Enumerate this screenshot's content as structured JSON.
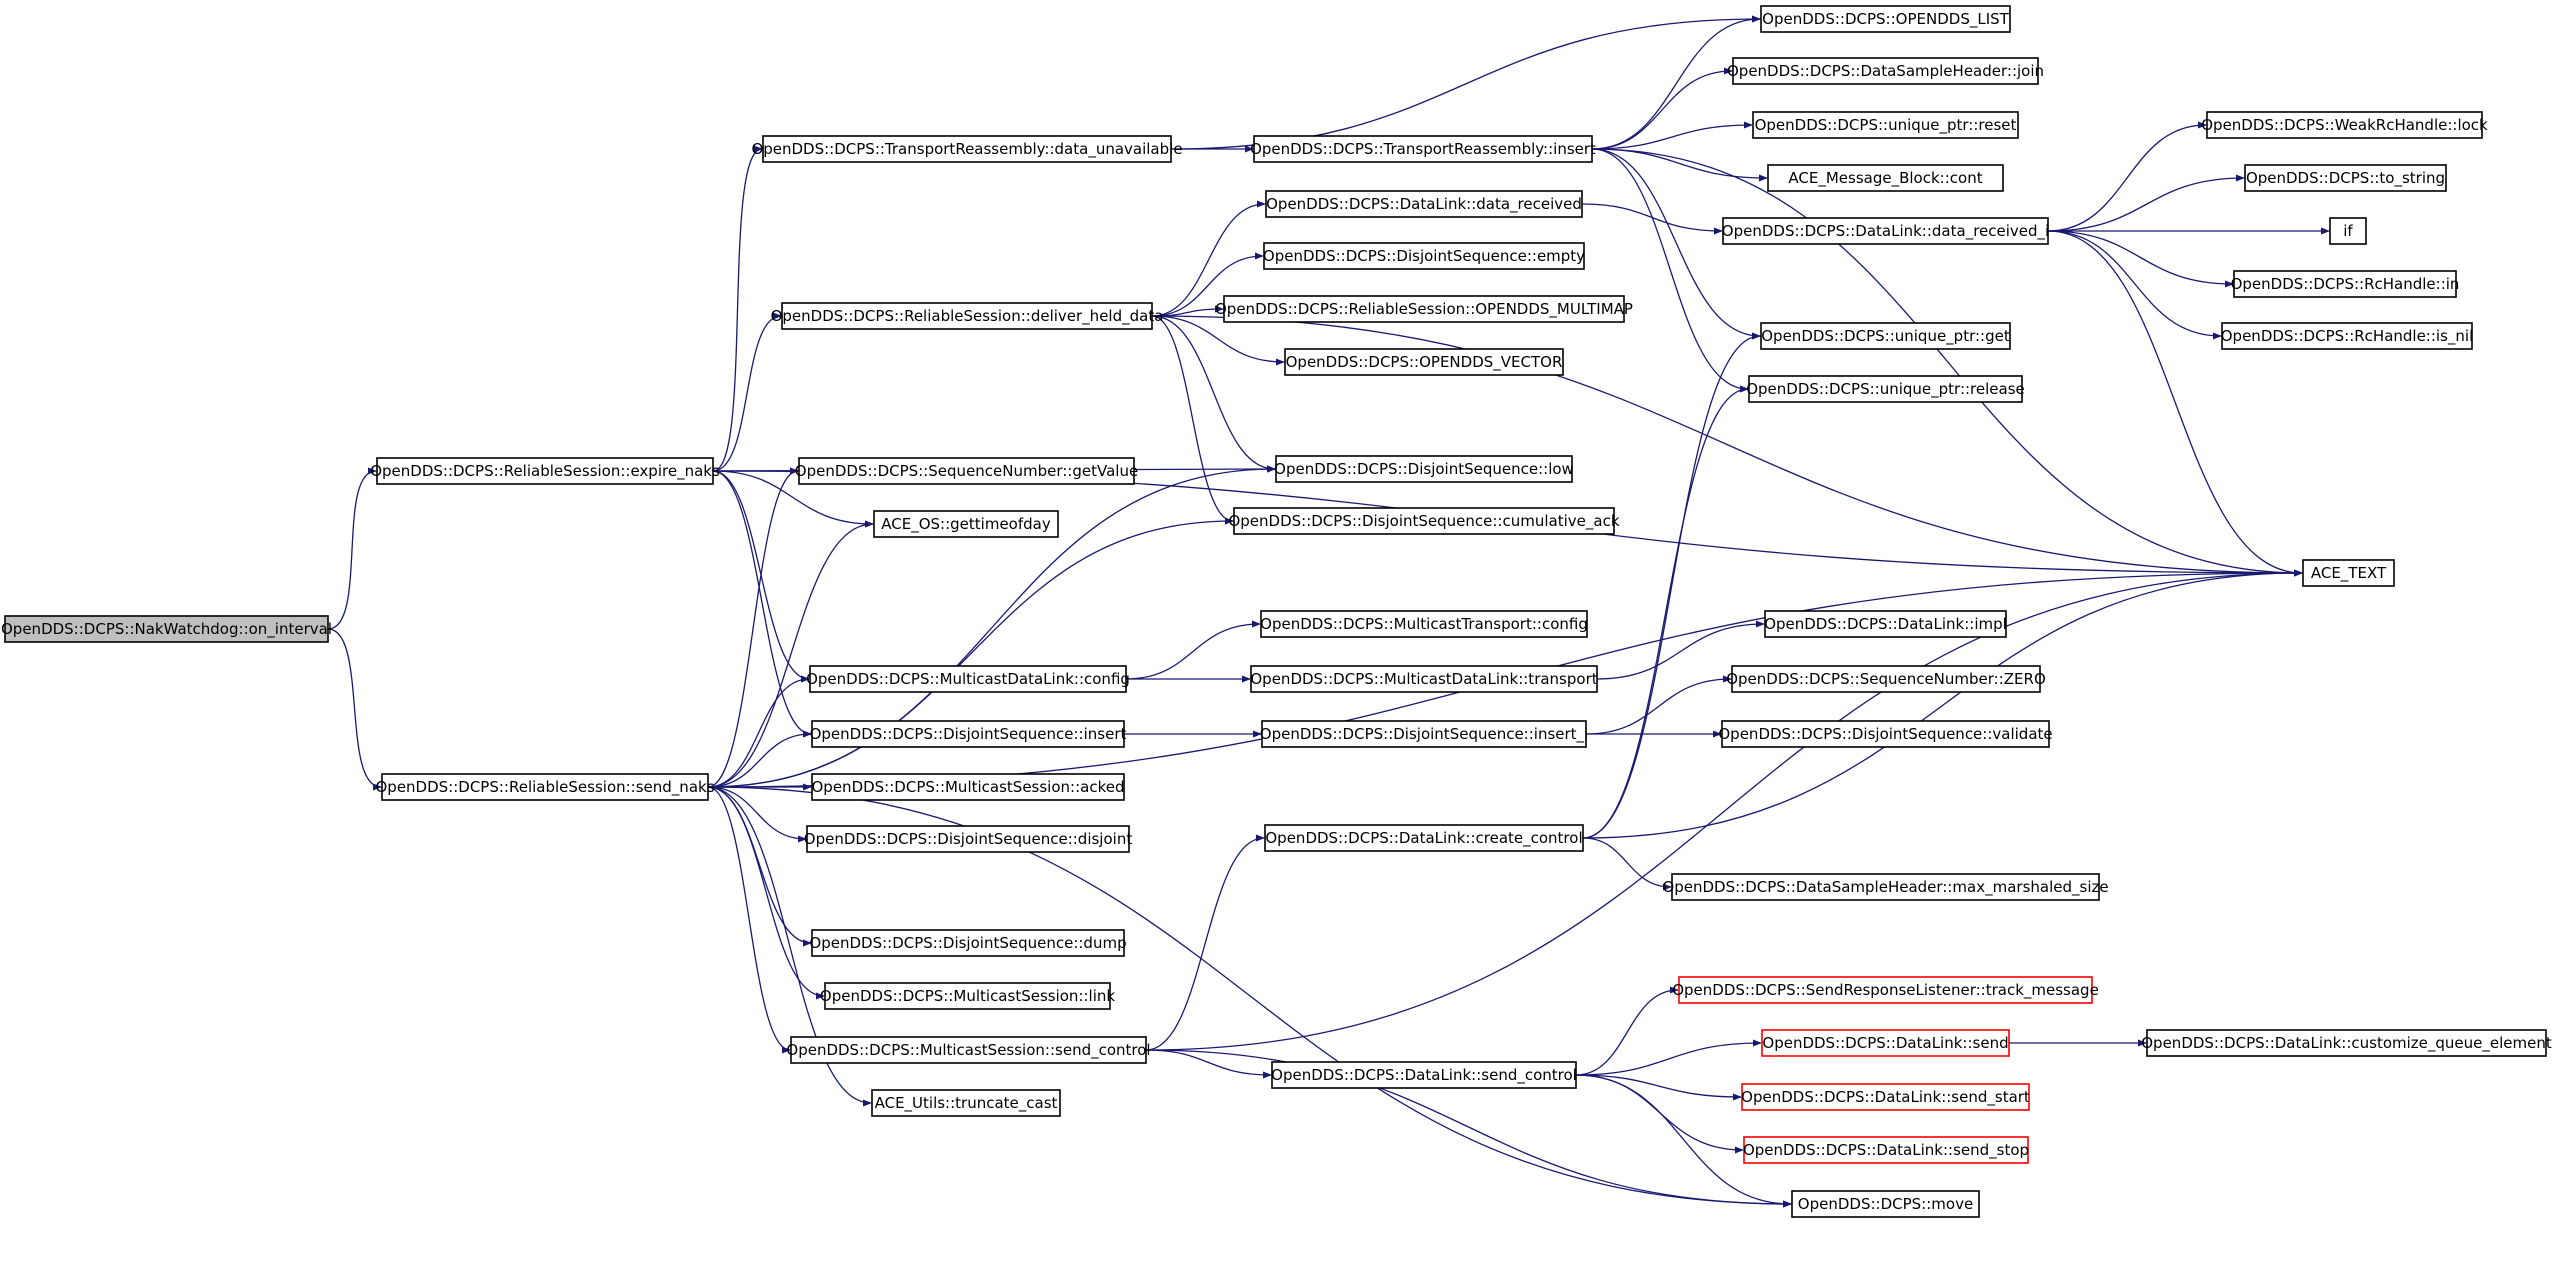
{
  "diagram": {
    "nodes": [
      {
        "id": "n_on_interval",
        "label": "OpenDDS::DCPS::NakWatchdog::on_interval",
        "style": "root"
      },
      {
        "id": "n_expire_naks",
        "label": "OpenDDS::DCPS::ReliableSession::expire_naks"
      },
      {
        "id": "n_send_naks",
        "label": "OpenDDS::DCPS::ReliableSession::send_naks"
      },
      {
        "id": "n_data_unavailable",
        "label": "OpenDDS::DCPS::TransportReassembly::data_unavailable"
      },
      {
        "id": "n_deliver_held_data",
        "label": "OpenDDS::DCPS::ReliableSession::deliver_held_data"
      },
      {
        "id": "n_getValue",
        "label": "OpenDDS::DCPS::SequenceNumber::getValue"
      },
      {
        "id": "n_gettimeofday",
        "label": "ACE_OS::gettimeofday"
      },
      {
        "id": "n_mdl_config",
        "label": "OpenDDS::DCPS::MulticastDataLink::config"
      },
      {
        "id": "n_ds_insert",
        "label": "OpenDDS::DCPS::DisjointSequence::insert"
      },
      {
        "id": "n_acked",
        "label": "OpenDDS::DCPS::MulticastSession::acked"
      },
      {
        "id": "n_disjoint",
        "label": "OpenDDS::DCPS::DisjointSequence::disjoint"
      },
      {
        "id": "n_dump",
        "label": "OpenDDS::DCPS::DisjointSequence::dump"
      },
      {
        "id": "n_link",
        "label": "OpenDDS::DCPS::MulticastSession::link"
      },
      {
        "id": "n_ms_send_control",
        "label": "OpenDDS::DCPS::MulticastSession::send_control"
      },
      {
        "id": "n_truncate_cast",
        "label": "ACE_Utils::truncate_cast"
      },
      {
        "id": "n_tr_insert",
        "label": "OpenDDS::DCPS::TransportReassembly::insert"
      },
      {
        "id": "n_data_received",
        "label": "OpenDDS::DCPS::DataLink::data_received"
      },
      {
        "id": "n_ds_empty",
        "label": "OpenDDS::DCPS::DisjointSequence::empty"
      },
      {
        "id": "n_rs_multimap",
        "label": "OpenDDS::DCPS::ReliableSession::OPENDDS_MULTIMAP"
      },
      {
        "id": "n_vector",
        "label": "OpenDDS::DCPS::OPENDDS_VECTOR"
      },
      {
        "id": "n_ds_low",
        "label": "OpenDDS::DCPS::DisjointSequence::low"
      },
      {
        "id": "n_cumulative_ack",
        "label": "OpenDDS::DCPS::DisjointSequence::cumulative_ack"
      },
      {
        "id": "n_mt_config",
        "label": "OpenDDS::DCPS::MulticastTransport::config"
      },
      {
        "id": "n_mdl_transport",
        "label": "OpenDDS::DCPS::MulticastDataLink::transport"
      },
      {
        "id": "n_insert_i",
        "label": "OpenDDS::DCPS::DisjointSequence::insert_i"
      },
      {
        "id": "n_create_control",
        "label": "OpenDDS::DCPS::DataLink::create_control"
      },
      {
        "id": "n_dl_send_control",
        "label": "OpenDDS::DCPS::DataLink::send_control"
      },
      {
        "id": "n_opendds_list",
        "label": "OpenDDS::DCPS::OPENDDS_LIST"
      },
      {
        "id": "n_join",
        "label": "OpenDDS::DCPS::DataSampleHeader::join"
      },
      {
        "id": "n_up_reset",
        "label": "OpenDDS::DCPS::unique_ptr::reset"
      },
      {
        "id": "n_cont",
        "label": "ACE_Message_Block::cont"
      },
      {
        "id": "n_data_received_i",
        "label": "OpenDDS::DCPS::DataLink::data_received_i"
      },
      {
        "id": "n_up_get",
        "label": "OpenDDS::DCPS::unique_ptr::get"
      },
      {
        "id": "n_up_release",
        "label": "OpenDDS::DCPS::unique_ptr::release"
      },
      {
        "id": "n_dl_impl",
        "label": "OpenDDS::DCPS::DataLink::impl"
      },
      {
        "id": "n_zero",
        "label": "OpenDDS::DCPS::SequenceNumber::ZERO"
      },
      {
        "id": "n_validate",
        "label": "OpenDDS::DCPS::DisjointSequence::validate"
      },
      {
        "id": "n_max_marshaled",
        "label": "OpenDDS::DCPS::DataSampleHeader::max_marshaled_size"
      },
      {
        "id": "n_track_message",
        "label": "OpenDDS::DCPS::SendResponseListener::track_message",
        "style": "truncated"
      },
      {
        "id": "n_dl_send",
        "label": "OpenDDS::DCPS::DataLink::send",
        "style": "truncated"
      },
      {
        "id": "n_send_start",
        "label": "OpenDDS::DCPS::DataLink::send_start",
        "style": "truncated"
      },
      {
        "id": "n_send_stop",
        "label": "OpenDDS::DCPS::DataLink::send_stop",
        "style": "truncated"
      },
      {
        "id": "n_move",
        "label": "OpenDDS::DCPS::move"
      },
      {
        "id": "n_weak_lock",
        "label": "OpenDDS::DCPS::WeakRcHandle::lock"
      },
      {
        "id": "n_to_string",
        "label": "OpenDDS::DCPS::to_string"
      },
      {
        "id": "n_if",
        "label": "if"
      },
      {
        "id": "n_rc_in",
        "label": "OpenDDS::DCPS::RcHandle::in"
      },
      {
        "id": "n_rc_is_nil",
        "label": "OpenDDS::DCPS::RcHandle::is_nil"
      },
      {
        "id": "n_ace_text",
        "label": "ACE_TEXT"
      },
      {
        "id": "n_customize",
        "label": "OpenDDS::DCPS::DataLink::customize_queue_element"
      }
    ],
    "edges": [
      [
        "n_on_interval",
        "n_expire_naks"
      ],
      [
        "n_on_interval",
        "n_send_naks"
      ],
      [
        "n_expire_naks",
        "n_data_unavailable"
      ],
      [
        "n_expire_naks",
        "n_deliver_held_data"
      ],
      [
        "n_expire_naks",
        "n_getValue"
      ],
      [
        "n_expire_naks",
        "n_gettimeofday"
      ],
      [
        "n_expire_naks",
        "n_mdl_config"
      ],
      [
        "n_expire_naks",
        "n_ds_insert"
      ],
      [
        "n_expire_naks",
        "n_ds_low"
      ],
      [
        "n_expire_naks",
        "n_ace_text"
      ],
      [
        "n_data_unavailable",
        "n_tr_insert"
      ],
      [
        "n_data_unavailable",
        "n_opendds_list"
      ],
      [
        "n_deliver_held_data",
        "n_data_received"
      ],
      [
        "n_deliver_held_data",
        "n_ds_empty"
      ],
      [
        "n_deliver_held_data",
        "n_rs_multimap"
      ],
      [
        "n_deliver_held_data",
        "n_vector"
      ],
      [
        "n_deliver_held_data",
        "n_ds_low"
      ],
      [
        "n_deliver_held_data",
        "n_cumulative_ack"
      ],
      [
        "n_deliver_held_data",
        "n_ace_text"
      ],
      [
        "n_tr_insert",
        "n_opendds_list"
      ],
      [
        "n_tr_insert",
        "n_join"
      ],
      [
        "n_tr_insert",
        "n_up_reset"
      ],
      [
        "n_tr_insert",
        "n_cont"
      ],
      [
        "n_tr_insert",
        "n_up_get"
      ],
      [
        "n_tr_insert",
        "n_up_release"
      ],
      [
        "n_tr_insert",
        "n_ace_text"
      ],
      [
        "n_data_received",
        "n_data_received_i"
      ],
      [
        "n_data_received_i",
        "n_weak_lock"
      ],
      [
        "n_data_received_i",
        "n_to_string"
      ],
      [
        "n_data_received_i",
        "n_if"
      ],
      [
        "n_data_received_i",
        "n_rc_in"
      ],
      [
        "n_data_received_i",
        "n_rc_is_nil"
      ],
      [
        "n_data_received_i",
        "n_ace_text"
      ],
      [
        "n_mdl_config",
        "n_mt_config"
      ],
      [
        "n_mdl_config",
        "n_mdl_transport"
      ],
      [
        "n_mdl_transport",
        "n_dl_impl"
      ],
      [
        "n_ds_insert",
        "n_insert_i"
      ],
      [
        "n_insert_i",
        "n_zero"
      ],
      [
        "n_insert_i",
        "n_validate"
      ],
      [
        "n_send_naks",
        "n_getValue"
      ],
      [
        "n_send_naks",
        "n_gettimeofday"
      ],
      [
        "n_send_naks",
        "n_mdl_config"
      ],
      [
        "n_send_naks",
        "n_ds_insert"
      ],
      [
        "n_send_naks",
        "n_acked"
      ],
      [
        "n_send_naks",
        "n_disjoint"
      ],
      [
        "n_send_naks",
        "n_dump"
      ],
      [
        "n_send_naks",
        "n_link"
      ],
      [
        "n_send_naks",
        "n_ms_send_control"
      ],
      [
        "n_send_naks",
        "n_truncate_cast"
      ],
      [
        "n_send_naks",
        "n_ds_low"
      ],
      [
        "n_send_naks",
        "n_cumulative_ack"
      ],
      [
        "n_send_naks",
        "n_ace_text"
      ],
      [
        "n_send_naks",
        "n_move"
      ],
      [
        "n_ms_send_control",
        "n_create_control"
      ],
      [
        "n_ms_send_control",
        "n_dl_send_control"
      ],
      [
        "n_ms_send_control",
        "n_ace_text"
      ],
      [
        "n_ms_send_control",
        "n_move"
      ],
      [
        "n_create_control",
        "n_up_get"
      ],
      [
        "n_create_control",
        "n_up_release"
      ],
      [
        "n_create_control",
        "n_max_marshaled"
      ],
      [
        "n_create_control",
        "n_ace_text"
      ],
      [
        "n_dl_send_control",
        "n_track_message"
      ],
      [
        "n_dl_send_control",
        "n_dl_send"
      ],
      [
        "n_dl_send_control",
        "n_send_start"
      ],
      [
        "n_dl_send_control",
        "n_send_stop"
      ],
      [
        "n_dl_send_control",
        "n_move"
      ],
      [
        "n_dl_send",
        "n_customize"
      ]
    ]
  },
  "colors": {
    "edge": "#191970",
    "node_border": "#000000",
    "node_fill": "#ffffff",
    "root_fill": "#bfbfbf",
    "truncated_border": "#ff0000"
  }
}
